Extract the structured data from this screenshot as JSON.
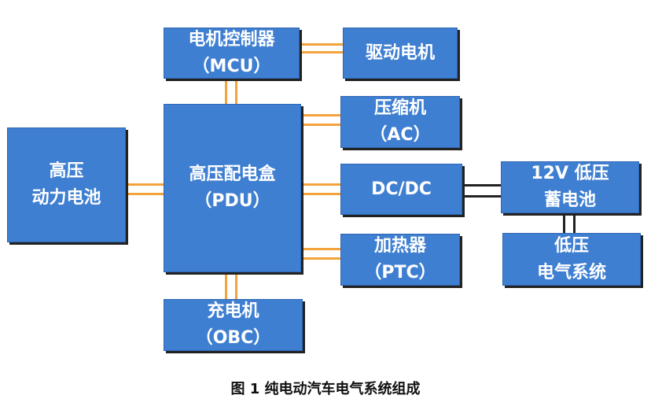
{
  "blocks": {
    "mcu": {
      "line1": "电机控制器",
      "line2": "（MCU）"
    },
    "drive_motor": {
      "line1": "驱动电机"
    },
    "battery": {
      "line1": "高压",
      "line2": "动力电池"
    },
    "pdu": {
      "line1": "高压配电盒",
      "line2": "（PDU）"
    },
    "ac": {
      "line1": "压缩机",
      "line2": "（AC）"
    },
    "dcdc": {
      "line1": "DC/DC"
    },
    "lv_battery": {
      "line1": "12V 低压",
      "line2": "蓄电池"
    },
    "ptc": {
      "line1": "加热器",
      "line2": "（PTC）"
    },
    "lv_system": {
      "line1": "低压",
      "line2": "电气系统"
    },
    "obc": {
      "line1": "充电机",
      "line2": "（OBC）"
    }
  },
  "caption": "图 1  纯电动汽车电气系统组成",
  "colors": {
    "block_fill": "#3f7fd1",
    "high_voltage_wire": "#f4a23a",
    "low_voltage_wire": "#222222"
  }
}
